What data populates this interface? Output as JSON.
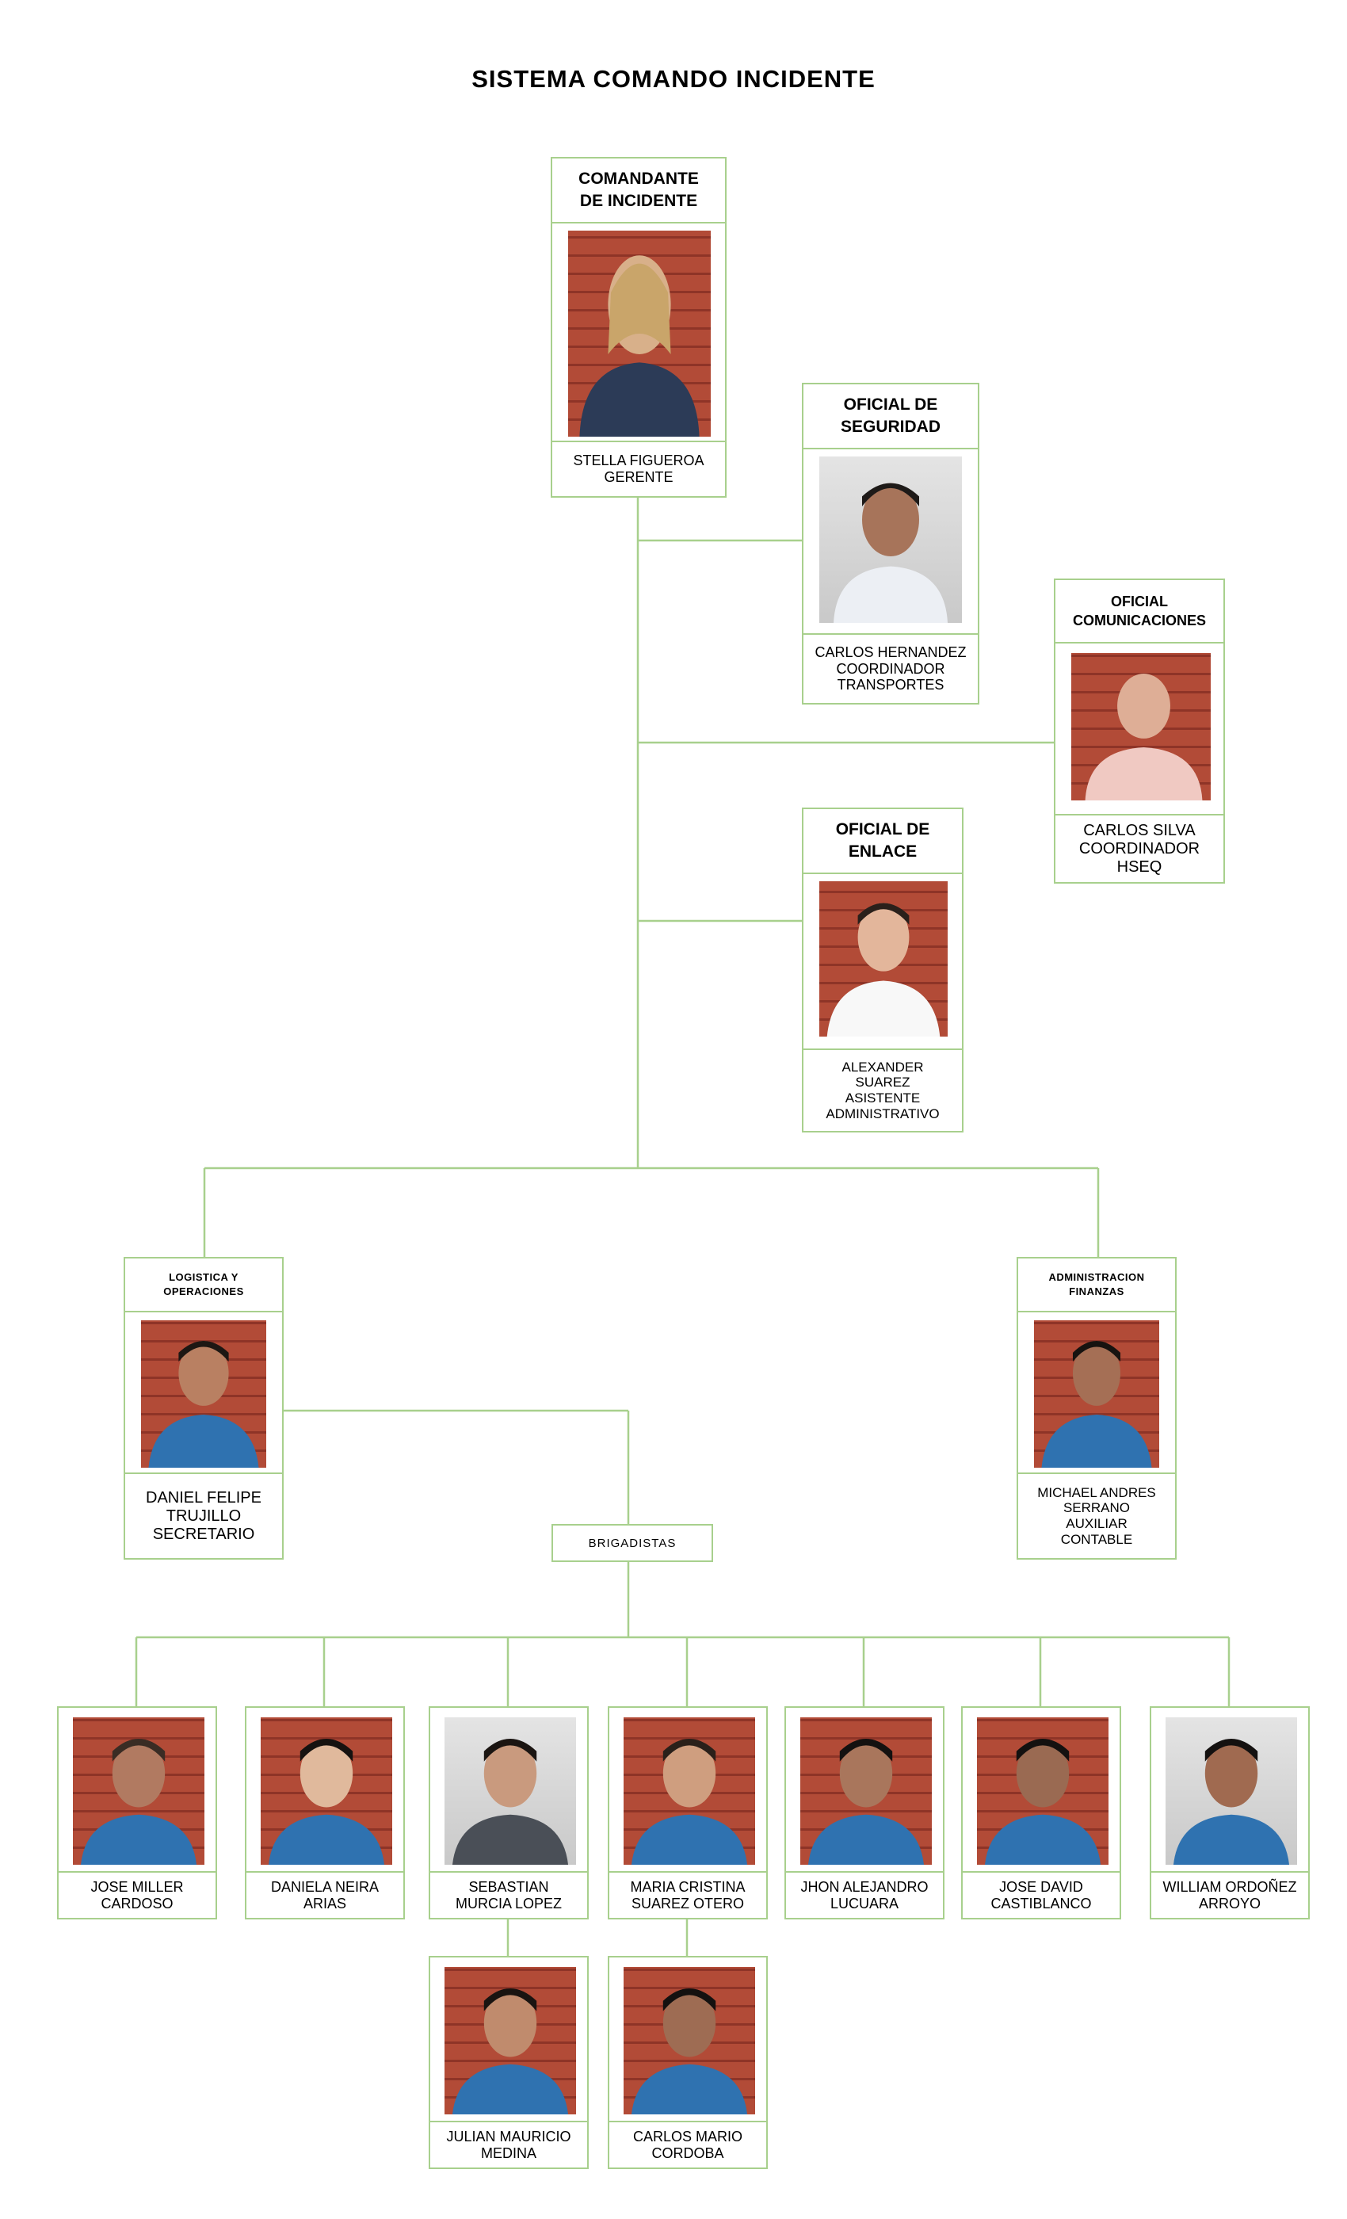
{
  "title": "SISTEMA COMANDO INCIDENTE",
  "nodes": {
    "comandante": {
      "role": "COMANDANTE\nDE INCIDENTE",
      "name": "STELLA FIGUEROA\nGERENTE"
    },
    "seguridad": {
      "role": "OFICIAL DE\nSEGURIDAD",
      "name": "CARLOS HERNANDEZ\nCOORDINADOR\nTRANSPORTES"
    },
    "comunicaciones": {
      "role": "OFICIAL\nCOMUNICACIONES",
      "name": "CARLOS SILVA\nCOORDINADOR\nHSEQ"
    },
    "enlace": {
      "role": "OFICIAL DE\nENLACE",
      "name": "ALEXANDER\nSUAREZ\nASISTENTE\nADMINISTRATIVO"
    },
    "logistica": {
      "role": "LOGISTICA Y\nOPERACIONES",
      "name": "DANIEL FELIPE\nTRUJILLO\nSECRETARIO"
    },
    "finanzas": {
      "role": "ADMINISTRACION\nFINANZAS",
      "name": "MICHAEL ANDRES\nSERRANO\nAUXILIAR\nCONTABLE"
    }
  },
  "brigadistas_label": "BRIGADISTAS",
  "brigadistas": [
    "JOSE MILLER\nCARDOSO",
    "DANIELA NEIRA\nARIAS",
    "SEBASTIAN\nMURCIA LOPEZ",
    "MARIA CRISTINA\nSUAREZ OTERO",
    "JHON ALEJANDRO\nLUCUARA",
    "JOSE DAVID\nCASTIBLANCO",
    "WILLIAM ORDOÑEZ\nARROYO"
  ],
  "sub_brigadistas": [
    "JULIAN MAURICIO\nMEDINA",
    "CARLOS MARIO\nCORDOBA"
  ],
  "colors": {
    "line": "#a8d08d",
    "brick": "#b24b37",
    "shirt": "#2f72b0"
  }
}
